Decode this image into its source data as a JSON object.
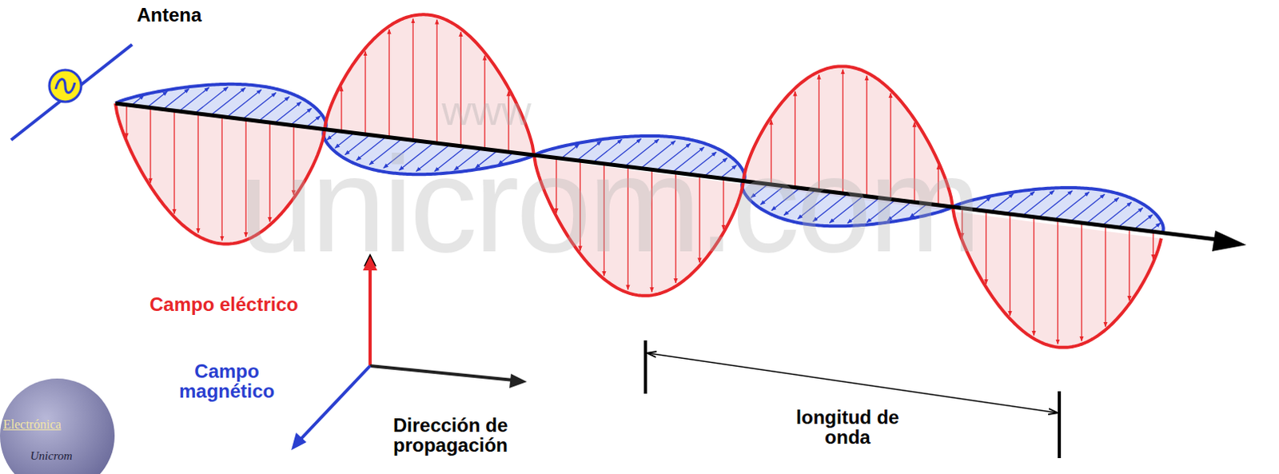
{
  "diagram": {
    "labels": [
      "Antena",
      "www",
      "unicrom.com",
      "Campo eléctrico",
      "Campo magnético",
      "Dirección de propagación",
      "longitud de onda",
      "Electrónica",
      "Unicrom"
    ]
  }
}
